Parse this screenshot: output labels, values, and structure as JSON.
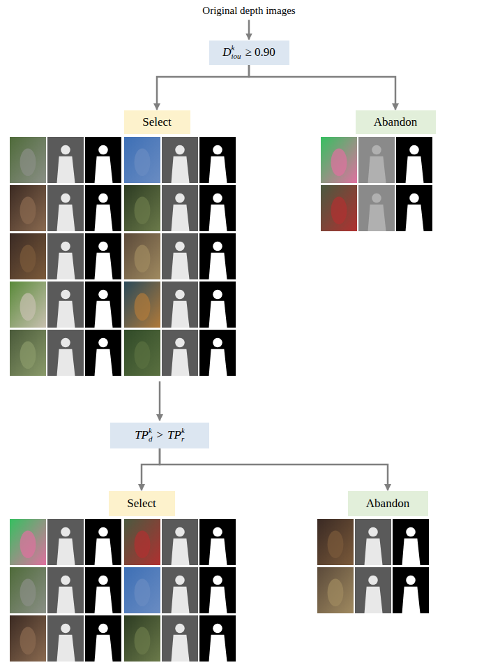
{
  "diagram": {
    "nodes": [
      {
        "text": [
          "Original depth images"
        ]
      },
      {
        "text": [
          "D",
          "iou",
          "k",
          "≥ 0.90"
        ]
      },
      {
        "text": [
          "Select"
        ]
      },
      {
        "text": [
          "Abandon"
        ]
      },
      {
        "text": [
          "TP",
          "d",
          "k",
          ">",
          "TP",
          "r",
          "k"
        ]
      },
      {
        "text": [
          "Select"
        ]
      },
      {
        "text": [
          "Abandon"
        ]
      }
    ],
    "edges": [
      {
        "from": 0,
        "to": 1,
        "arrow": "to"
      },
      {
        "from": 1,
        "to": 2,
        "arrow": "to"
      },
      {
        "from": 1,
        "to": 3,
        "arrow": "to"
      },
      {
        "from": 4,
        "to": 5,
        "arrow": "to"
      },
      {
        "from": 4,
        "to": 6,
        "arrow": "to"
      }
    ]
  }
}
